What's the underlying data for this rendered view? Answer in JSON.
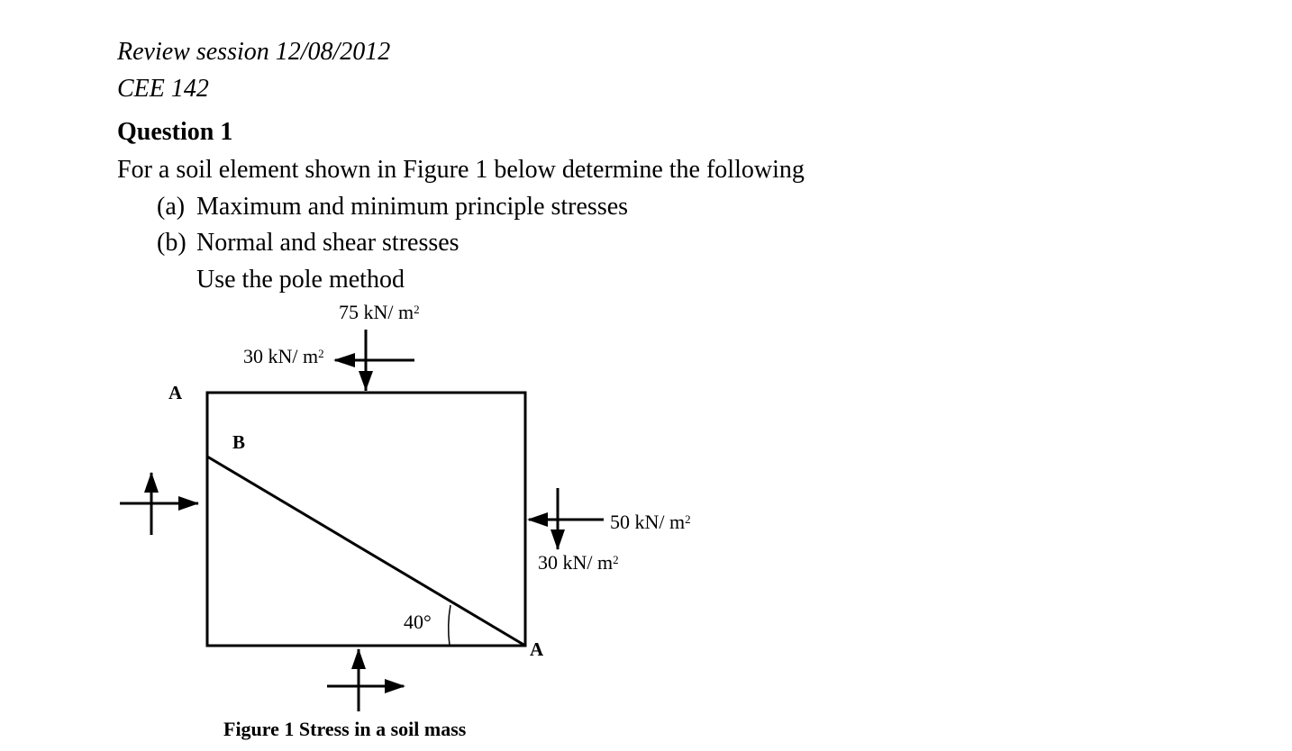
{
  "header": {
    "session": "Review session 12/08/2012",
    "course": "CEE 142"
  },
  "question": {
    "title": "Question 1",
    "intro": "For a soil element shown in Figure 1 below determine the following",
    "items": [
      {
        "marker": "(a)",
        "text": "Maximum and minimum principle stresses"
      },
      {
        "marker": "(b)",
        "text": "Normal and shear stresses"
      }
    ],
    "note": "Use the pole method"
  },
  "figure": {
    "labels": {
      "top_normal": "75 kN/ m",
      "top_shear": "30 kN/ m",
      "right_normal": "50 kN/ m",
      "right_shear": "30 kN/ m",
      "unit_exponent": "2",
      "corner_top_left": "A",
      "corner_bottom_right": "A",
      "plane_point": "B",
      "angle": "40°"
    },
    "caption": "Figure 1 Stress in a soil mass"
  }
}
